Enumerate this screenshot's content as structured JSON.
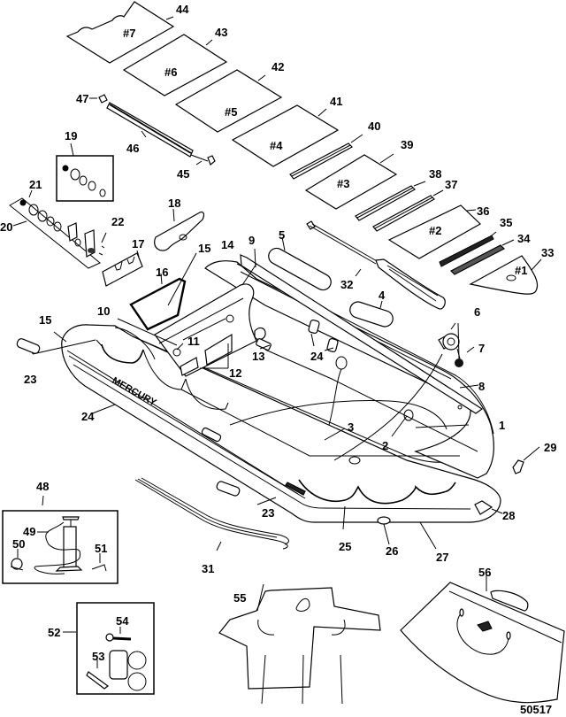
{
  "diagram": {
    "title": "Mercury inflatable boat exploded parts diagram",
    "reference_number": "50517",
    "brand_text": "MERCURY",
    "floor_panel_labels": [
      "#7",
      "#6",
      "#5",
      "#4",
      "#3",
      "#2",
      "#1"
    ],
    "callouts": [
      {
        "id": "1",
        "part": "boat hull / tube"
      },
      {
        "id": "2",
        "part": "valve"
      },
      {
        "id": "3",
        "part": "keel / floor"
      },
      {
        "id": "4",
        "part": "patch"
      },
      {
        "id": "5",
        "part": "patch"
      },
      {
        "id": "6",
        "part": "valve assembly"
      },
      {
        "id": "7",
        "part": "valve cap"
      },
      {
        "id": "8",
        "part": "rope"
      },
      {
        "id": "9",
        "part": "transom bracket"
      },
      {
        "id": "10",
        "part": "transom"
      },
      {
        "id": "11",
        "part": "drain"
      },
      {
        "id": "12",
        "part": "brackets"
      },
      {
        "id": "13",
        "part": "handle"
      },
      {
        "id": "14",
        "part": "line"
      },
      {
        "id": "15",
        "part": "tube cone"
      },
      {
        "id": "16",
        "part": "transom pad"
      },
      {
        "id": "17",
        "part": "oar holder"
      },
      {
        "id": "18",
        "part": "seat bag"
      },
      {
        "id": "19",
        "part": "o-ring kit"
      },
      {
        "id": "20",
        "part": "oarlock kit"
      },
      {
        "id": "21",
        "part": "cap"
      },
      {
        "id": "22",
        "part": "oarlock"
      },
      {
        "id": "23",
        "part": "handle"
      },
      {
        "id": "24",
        "part": "handle / decal"
      },
      {
        "id": "25",
        "part": "lifeline"
      },
      {
        "id": "26",
        "part": "towing eye"
      },
      {
        "id": "27",
        "part": "rub strake"
      },
      {
        "id": "28",
        "part": "drain valve"
      },
      {
        "id": "29",
        "part": "clip"
      },
      {
        "id": "31",
        "part": "keel guard"
      },
      {
        "id": "32",
        "part": "oar"
      },
      {
        "id": "33",
        "part": "floor panel #1"
      },
      {
        "id": "34",
        "part": "stringer"
      },
      {
        "id": "35",
        "part": "stringer"
      },
      {
        "id": "36",
        "part": "floor panel #2"
      },
      {
        "id": "37",
        "part": "stringer"
      },
      {
        "id": "38",
        "part": "stringer"
      },
      {
        "id": "39",
        "part": "floor panel #3"
      },
      {
        "id": "40",
        "part": "stringer"
      },
      {
        "id": "41",
        "part": "floor panel #4"
      },
      {
        "id": "42",
        "part": "floor panel #5"
      },
      {
        "id": "43",
        "part": "floor panel #6"
      },
      {
        "id": "44",
        "part": "floor panel #7"
      },
      {
        "id": "45",
        "part": "seat clip"
      },
      {
        "id": "46",
        "part": "seat"
      },
      {
        "id": "47",
        "part": "seat clip"
      },
      {
        "id": "48",
        "part": "pump kit"
      },
      {
        "id": "49",
        "part": "hose"
      },
      {
        "id": "50",
        "part": "pressure gauge"
      },
      {
        "id": "51",
        "part": "adapter"
      },
      {
        "id": "52",
        "part": "repair kit"
      },
      {
        "id": "53",
        "part": "glue"
      },
      {
        "id": "54",
        "part": "valve wrench"
      },
      {
        "id": "55",
        "part": "cover"
      },
      {
        "id": "56",
        "part": "storage bag"
      }
    ]
  }
}
